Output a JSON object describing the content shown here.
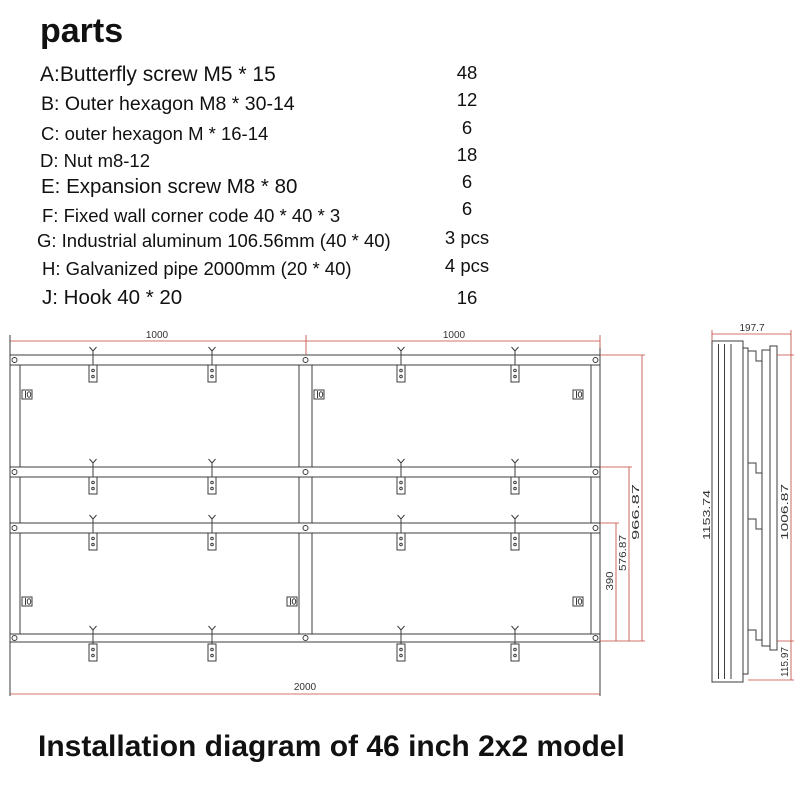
{
  "title": "parts",
  "parts": [
    {
      "label": "A:Butterfly screw M5 * 15",
      "qty": "48"
    },
    {
      "label": "B: Outer hexagon M8 * 30-14",
      "qty": "12"
    },
    {
      "label": "C: outer hexagon M * 16-14",
      "qty": "6"
    },
    {
      "label": "D: Nut m8-12",
      "qty": "18"
    },
    {
      "label": "E: Expansion screw M8 * 80",
      "qty": "6"
    },
    {
      "label": "F: Fixed wall corner code 40 * 40 * 3",
      "qty": "6"
    },
    {
      "label": "G: Industrial aluminum 106.56mm (40 * 40)",
      "qty": "3 pcs"
    },
    {
      "label": "H: Galvanized pipe 2000mm (20 * 40)",
      "qty": "4 pcs"
    },
    {
      "label": "J: Hook 40 * 20",
      "qty": "16"
    }
  ],
  "diagram": {
    "front": {
      "left_width": "1000",
      "right_width": "1000",
      "total_width": "2000",
      "height_1": "966.87",
      "height_2": "576.87",
      "height_3": "390"
    },
    "side": {
      "depth": "197.7",
      "total_height": "1153.74",
      "mount_height": "1006.87",
      "bottom_offset": "115.97"
    }
  },
  "caption": "Installation diagram of 46 inch 2x2 model",
  "colors": {
    "text": "#111111",
    "frame_line": "#3c3c3c",
    "dimension_line": "#c0453a",
    "dimension_text": "#333333"
  }
}
